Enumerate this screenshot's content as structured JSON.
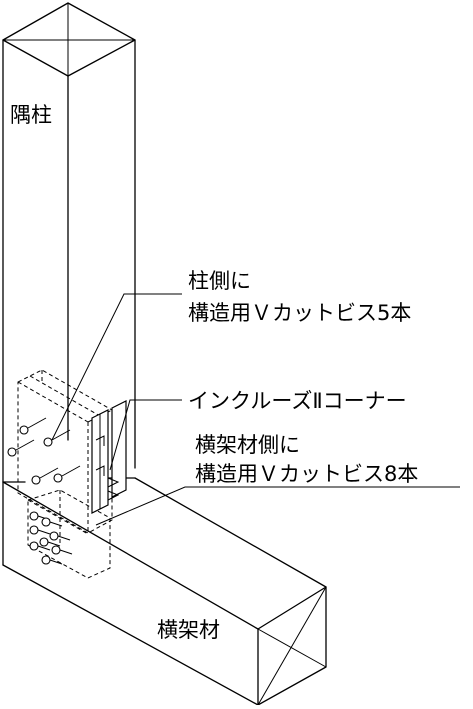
{
  "labels": {
    "corner_post": "隅柱",
    "post_screws_line1": "柱側に",
    "post_screws_line2": "構造用Ｖカットビス5本",
    "hardware": "インクルーズⅡコーナー",
    "beam_screws_line1": "横架材側に",
    "beam_screws_line2": "構造用Ｖカットビス8本",
    "beam": "横架材"
  }
}
